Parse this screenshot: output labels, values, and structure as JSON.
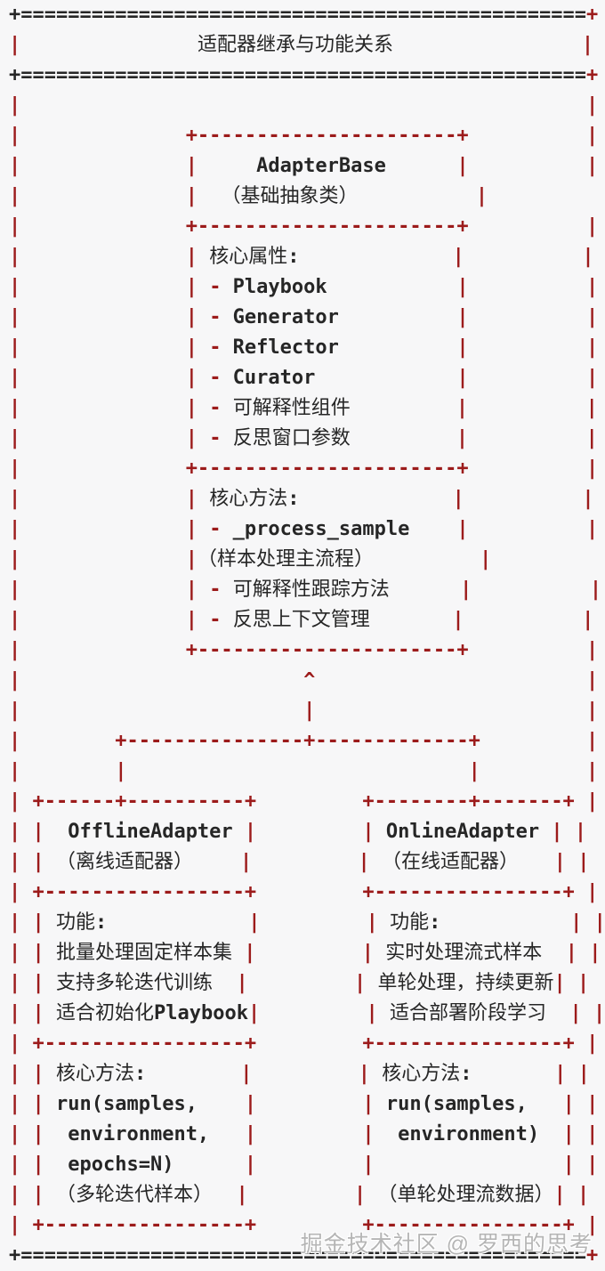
{
  "colors": {
    "background": "#f7f7f8",
    "ascii_border_red": "#9c1b1b",
    "text_dark": "#262626",
    "watermark_gray": "#b5b5b5"
  },
  "diagram": {
    "title": "适配器继承与功能关系",
    "base_class": {
      "name": "AdapterBase",
      "subtitle": "（基础抽象类）",
      "attributes_label": "核心属性:",
      "attributes": [
        "Playbook",
        "Generator",
        "Reflector",
        "Curator",
        "可解释性组件",
        "反思窗口参数"
      ],
      "methods_label": "核心方法:",
      "methods": [
        "_process_sample",
        "（样本处理主流程）",
        "可解释性跟踪方法",
        "反思上下文管理"
      ]
    },
    "children": [
      {
        "name": "OfflineAdapter",
        "subtitle": "（离线适配器）",
        "functions_label": "功能:",
        "functions": [
          "批量处理固定样本集",
          "支持多轮迭代训练",
          "适合初始化Playbook"
        ],
        "methods_label": "核心方法:",
        "methods": [
          "run(samples,",
          "environment,",
          "epochs=N)",
          "（多轮迭代样本）"
        ]
      },
      {
        "name": "OnlineAdapter",
        "subtitle": "（在线适配器）",
        "functions_label": "功能:",
        "functions": [
          "实时处理流式样本",
          "单轮处理，持续更新",
          "适合部署阶段学习"
        ],
        "methods_label": "核心方法:",
        "methods": [
          "run(samples,",
          "environment)",
          "（单轮处理流数据）"
        ]
      }
    ]
  },
  "ascii": {
    "lines": [
      "+================================================+",
      "|               适配器继承与功能关系                |",
      "+================================================+",
      "|                                                |",
      "|              +----------------------+          |",
      "|              |     AdapterBase      |          |",
      "|              |  （基础抽象类）          |          |",
      "|              +----------------------+          |",
      "|              | 核心属性:             |          |",
      "|              | - Playbook           |          |",
      "|              | - Generator          |          |",
      "|              | - Reflector          |          |",
      "|              | - Curator            |          |",
      "|              | - 可解释性组件         |          |",
      "|              | - 反思窗口参数         |          |",
      "|              +----------------------+          |",
      "|              | 核心方法:             |          |",
      "|              | - _process_sample    |          |",
      "|              |（样本处理主流程）         |          |",
      "|              | - 可解释性跟踪方法      |          |",
      "|              | - 反思上下文管理       |          |",
      "|              +----------------------+          |",
      "|                        ^                       |",
      "|                        |                       |",
      "|        +---------------+-------------+         |",
      "|        |                             |         |",
      "| +------+----------+         +--------+-------+ |",
      "| |  OfflineAdapter |         | OnlineAdapter | |",
      "| | （离线适配器）    |         | （在线适配器）   | |",
      "| +-----------------+         +----------------+ |",
      "| | 功能:            |         | 功能:           | |",
      "| | 批量处理固定样本集 |         | 实时处理流式样本  | |",
      "| | 支持多轮迭代训练  |         | 单轮处理，持续更新| |",
      "| | 适合初始化Playbook|         | 适合部署阶段学习  | |",
      "| +-----------------+         +----------------+ |",
      "| | 核心方法:        |         | 核心方法:       | |",
      "| | run(samples,    |         | run(samples,   | |",
      "| |  environment,   |         |  environment)  | |",
      "| |  epochs=N)      |         |                | |",
      "| | （多轮迭代样本）  |         | （单轮处理流数据）| |",
      "| +-----------------+         +----------------+ |",
      "+================================================+"
    ]
  },
  "watermark": {
    "text": "掘金技术社区 @ 罗西的思考"
  }
}
